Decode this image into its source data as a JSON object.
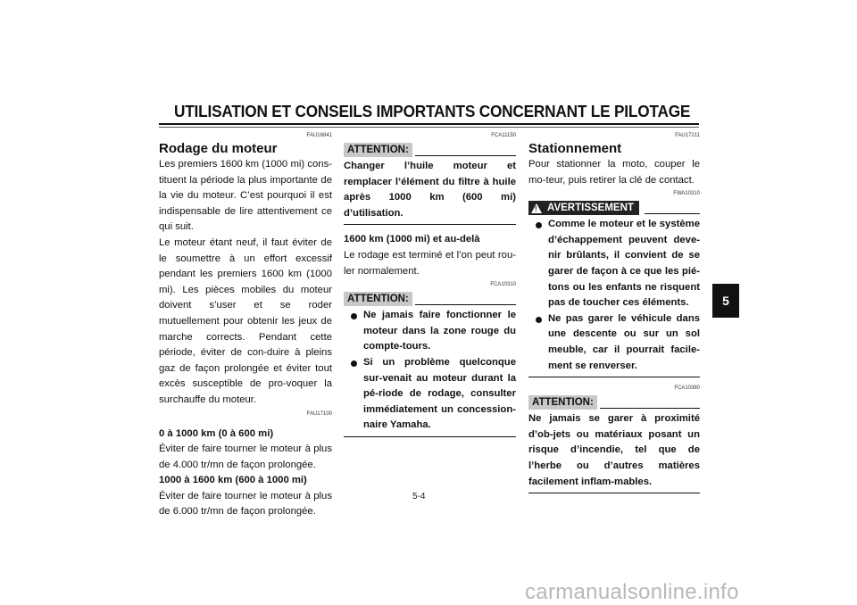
{
  "header": {
    "title": "UTILISATION ET CONSEILS IMPORTANTS CONCERNANT LE PILOTAGE"
  },
  "side_tab": "5",
  "column1": {
    "code1": "FAU16841",
    "heading": "Rodage du moteur",
    "para1": "Les premiers 1600 km (1000 mi) cons-tituent la période la plus importante de la vie du moteur. C’est pourquoi il est indispensable de lire attentivement ce qui suit.",
    "para2": "Le moteur étant neuf, il faut éviter de le soumettre à un effort excessif pendant les premiers 1600 km (1000 mi). Les pièces mobiles du moteur doivent s’user et se roder mutuellement pour obtenir les jeux de marche corrects. Pendant cette période, éviter de con-duire à pleins gaz de façon prolongée et éviter tout excès susceptible de pro-voquer la surchauffe du moteur.",
    "code2": "FAU17100",
    "sub1": "0 à 1000 km (0 à 600 mi)",
    "para3": "Éviter de faire tourner le moteur à plus de 4.000 tr/mn de façon prolongée.",
    "sub2": "1000 à 1600 km (600 à 1000 mi)",
    "para4": "Éviter de faire tourner le moteur à plus de 6.000 tr/mn de façon prolongée."
  },
  "column2": {
    "code1": "FCA11150",
    "attention1_label": "ATTENTION:",
    "attention1_text": "Changer l’huile moteur et remplacer l’élément du filtre à huile après 1000 km (600 mi) d’utilisation.",
    "sub1": "1600 km (1000 mi) et au-delà",
    "para1": "Le rodage est terminé et l’on peut rou-ler normalement.",
    "code2": "FCA10310",
    "attention2_label": "ATTENTION:",
    "attention2_items": [
      "Ne jamais faire fonctionner le moteur dans la zone rouge du compte-tours.",
      "Si un problème quelconque sur-venait au moteur durant la pé-riode de rodage, consulter immédiatement un concession-naire Yamaha."
    ]
  },
  "column3": {
    "code1": "FAU17211",
    "heading": "Stationnement",
    "para1": "Pour stationner la moto, couper le mo-teur, puis retirer la clé de contact.",
    "code2": "FWA10310",
    "warning_label": "AVERTISSEMENT",
    "warning_items": [
      "Comme le moteur et le système d’échappement peuvent deve-nir brûlants, il convient de se garer de façon à ce que les pié-tons ou les enfants ne risquent pas de toucher ces éléments.",
      "Ne pas garer le véhicule dans une descente ou sur un sol meuble, car il pourrait facile-ment se renverser."
    ],
    "code3": "FCA10380",
    "attention_label": "ATTENTION:",
    "attention_text": "Ne jamais se garer à proximité d’ob-jets ou matériaux posant un risque d’incendie, tel que de l’herbe ou d’autres matières facilement inflam-mables."
  },
  "page_number": "5-4",
  "watermark": "carmanualsonline.info"
}
